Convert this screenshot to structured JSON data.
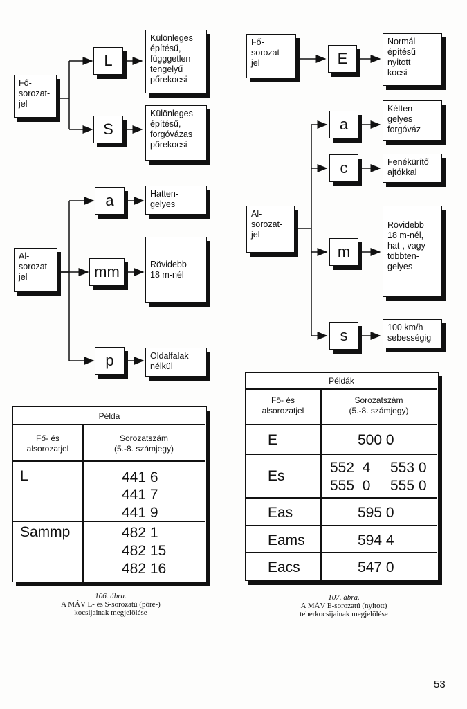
{
  "left_diagram": {
    "top": {
      "source": "Fő-\nsorozat-\njel",
      "branches": [
        {
          "code": "L",
          "desc": "Különleges\népítésű,\nfügggetlen\ntengelyű\npőrekocsi"
        },
        {
          "code": "S",
          "desc": "Különleges\népítésű,\nforgóvázas\npőrekocsi"
        }
      ]
    },
    "bottom": {
      "source": "Al-\nsorozat-\njel",
      "branches": [
        {
          "code": "a",
          "desc": "Hatten-\ngelyes"
        },
        {
          "code": "mm",
          "desc": "Rövidebb\n18 m-nél"
        },
        {
          "code": "p",
          "desc": "Oldalfalak\nnélkül"
        }
      ]
    },
    "table": {
      "title": "Példa",
      "col1": "Fő- és\nalsorozatjel",
      "col2": "Sorozatszám\n(5.-8. számjegy)",
      "rows": [
        {
          "code": "L",
          "numbers": [
            "441 6",
            "441 7",
            "441 9"
          ]
        },
        {
          "code": "Sammp",
          "numbers": [
            "482 1",
            "482 15",
            "482 16"
          ]
        }
      ]
    },
    "caption": {
      "number": "106. ábra.",
      "text": "A MÁV L- és S-sorozatú (pőre-)\nkocsijainak megjelölése"
    }
  },
  "right_diagram": {
    "top": {
      "source": "Fő-\nsorozat-\njel",
      "branches": [
        {
          "code": "E",
          "desc": "Normál\népítésű\nnyitott\nkocsi"
        }
      ]
    },
    "bottom": {
      "source": "Al-\nsorozat-\njel",
      "branches": [
        {
          "code": "a",
          "desc": "Kétten-\ngelyes\nforgóváz"
        },
        {
          "code": "c",
          "desc": "Fenékürítő\najtókkal"
        },
        {
          "code": "m",
          "desc": "Rövidebb\n18 m-nél,\nhat-, vagy\ntöbbten-\ngelyes"
        },
        {
          "code": "s",
          "desc": "100 km/h\nsebességig"
        }
      ]
    },
    "table": {
      "title": "Példák",
      "col1": "Fő- és\nalsorozatjel",
      "col2": "Sorozatszám\n(5.-8. számjegy)",
      "rows": [
        {
          "code": "E",
          "numbers": [
            "500 0"
          ]
        },
        {
          "code": "Es",
          "numbers": [
            "552  4",
            "553 0",
            "555  0",
            "555 0"
          ]
        },
        {
          "code": "Eas",
          "numbers": [
            "595 0"
          ]
        },
        {
          "code": "Eams",
          "numbers": [
            "594 4"
          ]
        },
        {
          "code": "Eacs",
          "numbers": [
            "547 0"
          ]
        }
      ]
    },
    "caption": {
      "number": "107. ábra.",
      "text": "A MÁV E-sorozatú (nyitott)\nteherkocsijainak megjelölése"
    }
  },
  "page_number": "53"
}
